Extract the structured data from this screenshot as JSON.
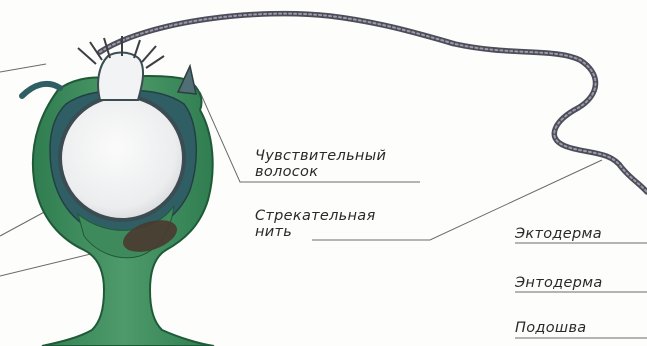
{
  "labels": {
    "hair": {
      "line1": "Чувствительный",
      "line2": "волосок"
    },
    "thread": {
      "line1": "Стрекательная",
      "line2": "нить"
    },
    "ectoderm": "Эктодерма",
    "endoderm": "Энтодерма",
    "sole": "Подошва"
  }
}
